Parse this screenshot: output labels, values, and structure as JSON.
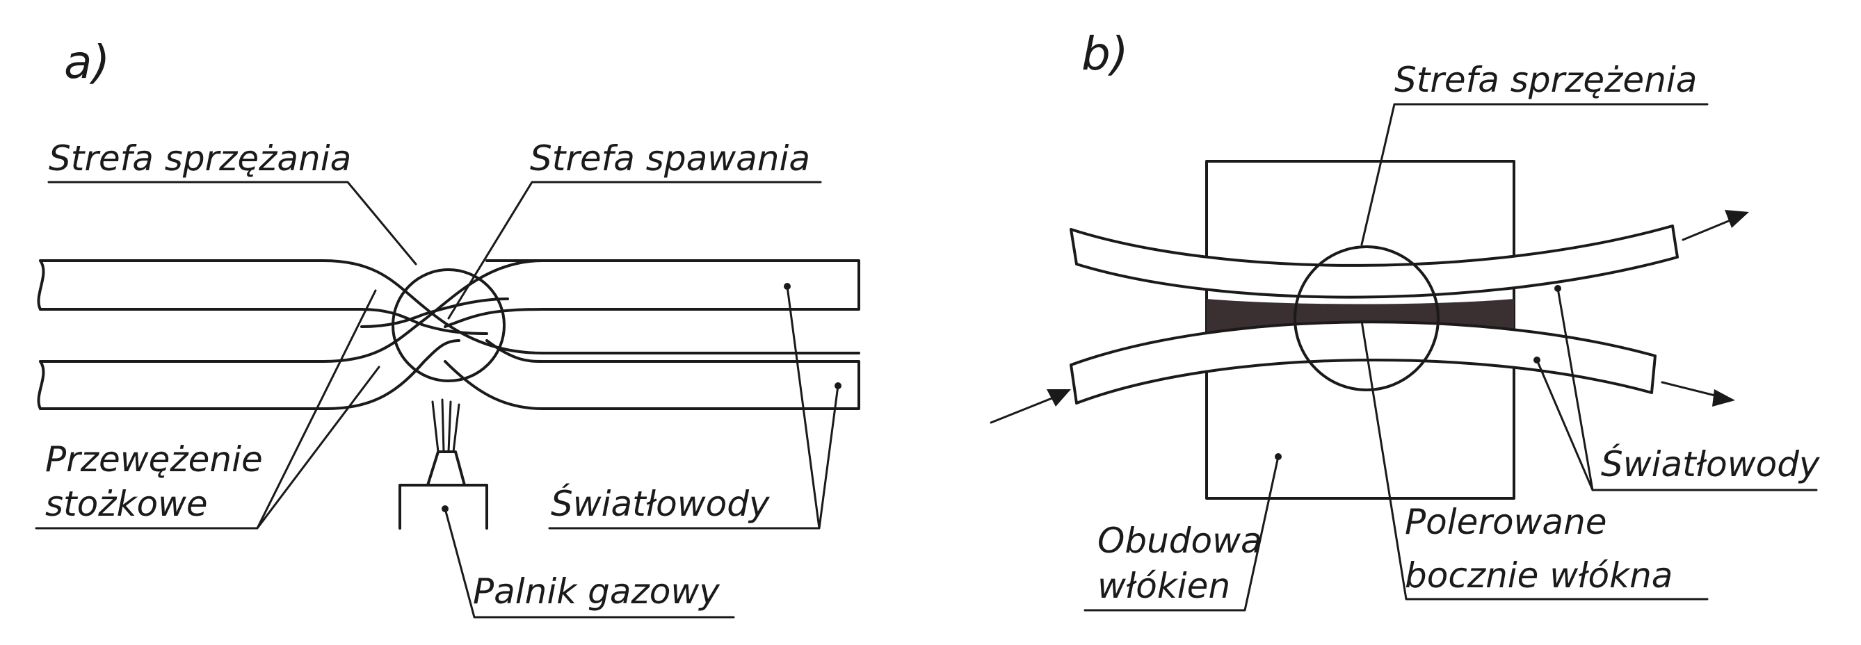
{
  "panels": {
    "a": {
      "letter": "a)",
      "labels": {
        "coupling_zone": "Strefa sprzężania",
        "welding_zone": "Strefa spawania",
        "taper_line1": "Przewężenie",
        "taper_line2": "stożkowe",
        "fibers": "Światłowody",
        "gas_burner": "Palnik gazowy"
      }
    },
    "b": {
      "letter": "b)",
      "labels": {
        "coupling_zone": "Strefa sprzężenia",
        "fibers": "Światłowody",
        "housing_line1": "Obudowa",
        "housing_line2": "włókien",
        "polished_line1": "Polerowane",
        "polished_line2": "bocznie włókna"
      }
    }
  },
  "colors": {
    "ink": "#1a1a1a",
    "fill_dark": "#3a3032",
    "paper": "#ffffff"
  }
}
